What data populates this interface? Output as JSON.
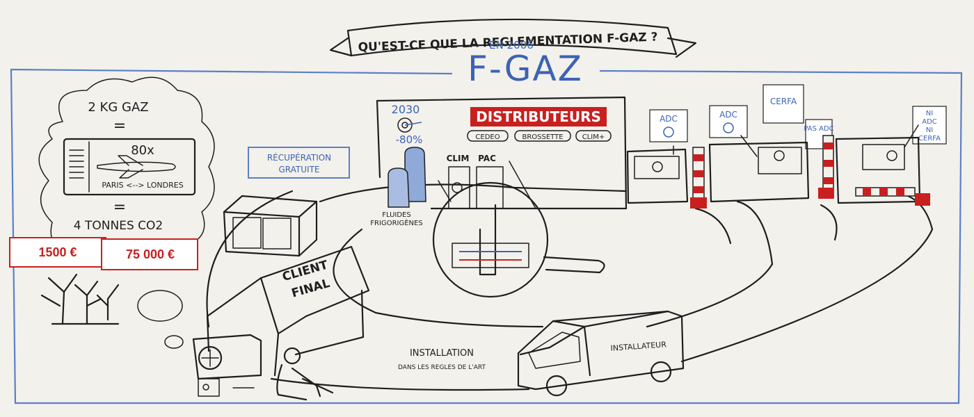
{
  "banner": {
    "title": "QU'EST-CE QUE LA REGLEMENTATION F-GAZ ?"
  },
  "header": {
    "year": "EN 2006",
    "main_title": "F-GAZ"
  },
  "thought_bubble": {
    "line1": "2 KG GAZ",
    "equals": "=",
    "multiplier": "80x",
    "route": "PARIS <--> LONDRES",
    "line3": "4 TONNES CO2"
  },
  "fines": {
    "fine_small": "1500 €",
    "fine_large": "75 000 €"
  },
  "recovery_box": {
    "line1": "RÉCUPÉRATION",
    "line2": "GRATUITE"
  },
  "distributors": {
    "year": "2030",
    "percent": "-80%",
    "title": "DISTRIBUTEURS",
    "brands": [
      "CEDEO",
      "BROSSETTE",
      "CLIM+"
    ],
    "clim_label": "CLIM",
    "pac_label": "PAC",
    "fluids_line1": "FLUIDES",
    "fluids_line2": "FRIGORIGÈNES"
  },
  "signs": {
    "adc1": "ADC",
    "adc2": "ADC",
    "cerfa": "CERFA",
    "pas_adc": "PAS ADC",
    "ni_adc_l1": "NI",
    "ni_adc_l2": "ADC",
    "ni_adc_l3": "NI",
    "ni_adc_l4": "CERFA"
  },
  "house": {
    "line1": "CLIENT",
    "line2": "FINAL"
  },
  "installation": {
    "line1": "INSTALLATION",
    "line2": "DANS LES REGLES DE L'ART"
  },
  "van": {
    "label": "INSTALLATEUR"
  },
  "colors": {
    "frame_blue": "#5b7fc8",
    "title_blue": "#3c63b4",
    "alert_red": "#c8201f",
    "paper": "#f3f1ec"
  }
}
